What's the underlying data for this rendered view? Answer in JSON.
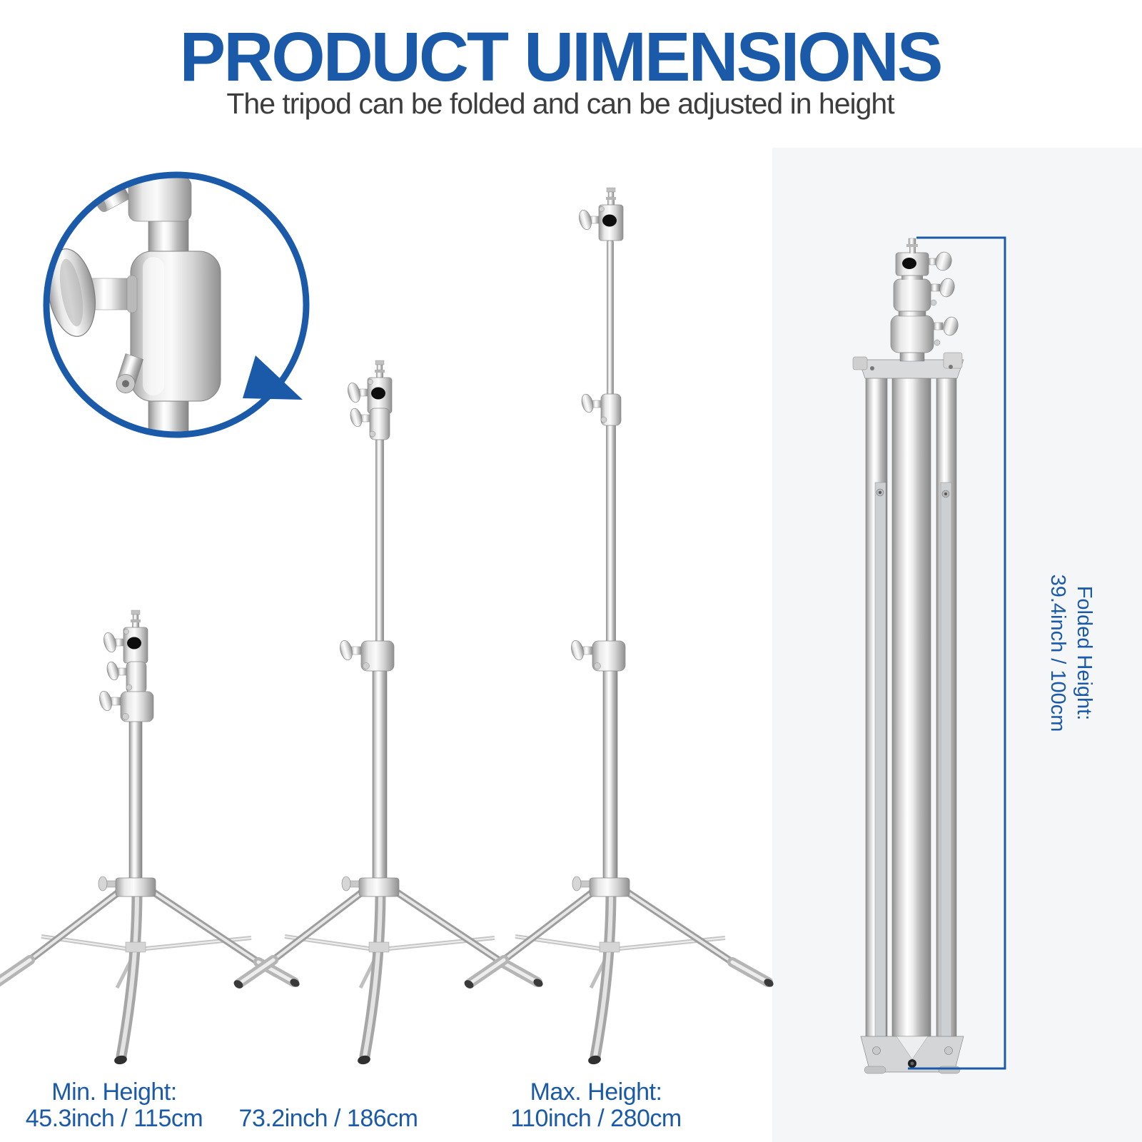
{
  "header": {
    "title": "PRODUCT UIMENSIONS",
    "subtitle": "The tripod can be folded and can be adjusted in height"
  },
  "stands": [
    {
      "name": "minimum-height-stand",
      "label_line1": "Min. Height:",
      "label_line2": "45.3inch / 115cm"
    },
    {
      "name": "middle-height-stand",
      "label_line1": "",
      "label_line2": "73.2inch / 186cm"
    },
    {
      "name": "maximum-height-stand",
      "label_line1": "Max. Height:",
      "label_line2": "110inch / 280cm"
    }
  ],
  "folded_stand": {
    "label_line1": "Folded Height:",
    "label_line2": "39.4inch / 100cm"
  },
  "colors": {
    "accent_blue": "#1a5aa8",
    "subtitle_gray": "#3d3d3d",
    "panel_gray": "#f4f6f7"
  }
}
